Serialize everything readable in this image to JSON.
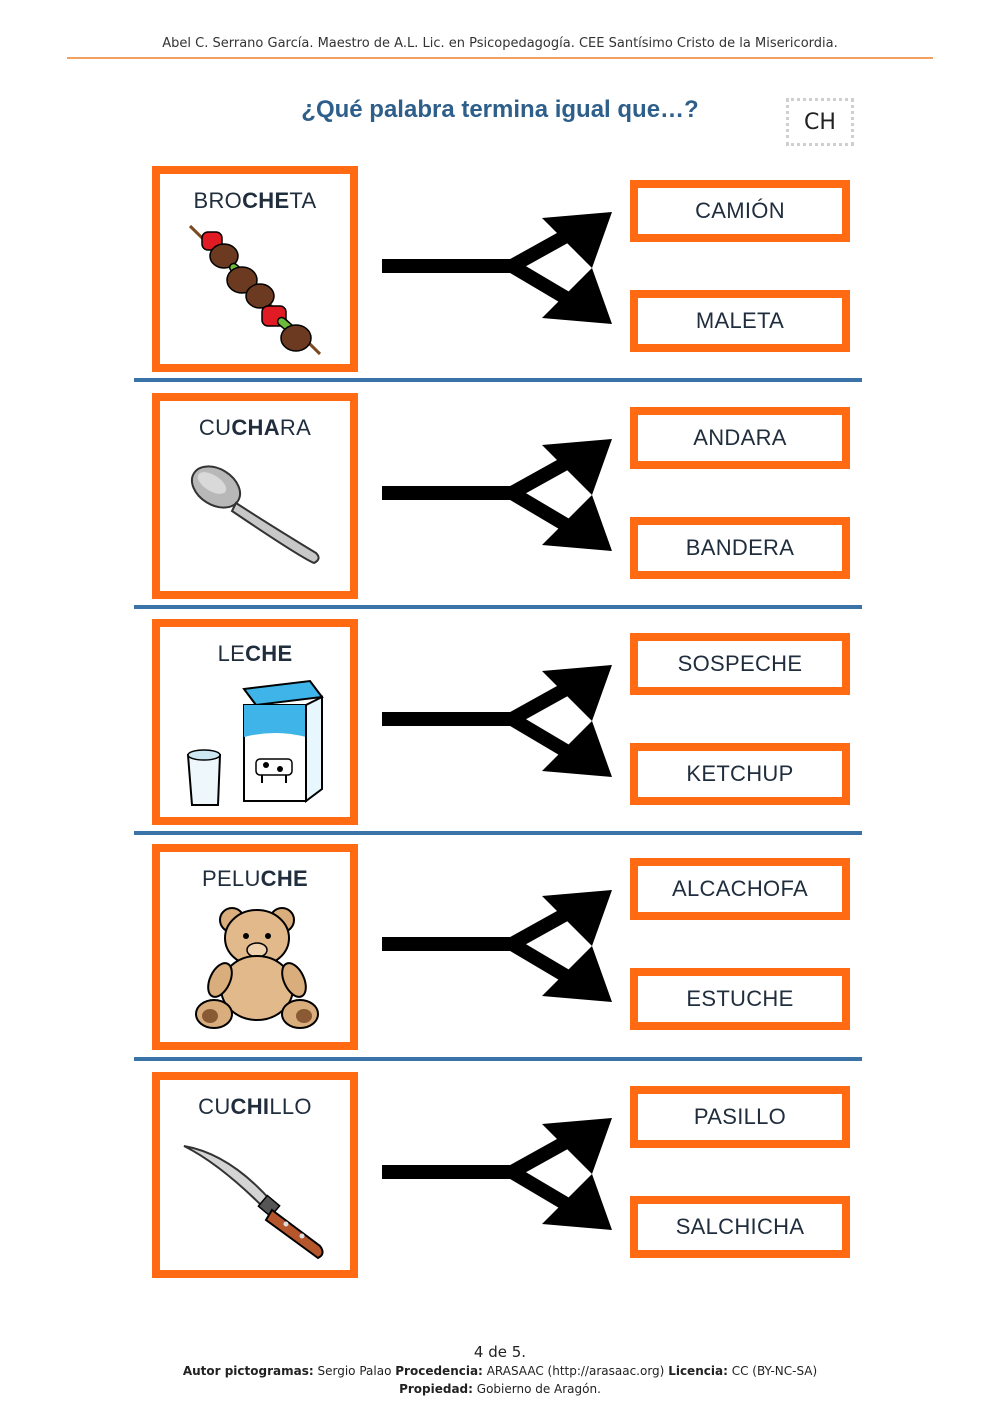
{
  "header": {
    "credit": "Abel C. Serrano García. Maestro de A.L. Lic. en Psicopedagogía. CEE Santísimo Cristo de la Misericordia."
  },
  "title": "¿Qué palabra termina igual que…?",
  "tag": "CH",
  "accent_color": "#ff6a13",
  "divider_color": "#3a73a8",
  "rows": [
    {
      "word_pre": "BRO",
      "word_bold": "CHE",
      "word_post": "TA",
      "icon": "skewer-icon",
      "options": [
        "CAMIÓN",
        "MALETA"
      ]
    },
    {
      "word_pre": "CU",
      "word_bold": "CHA",
      "word_post": "RA",
      "icon": "spoon-icon",
      "options": [
        "ANDARA",
        "BANDERA"
      ]
    },
    {
      "word_pre": "LE",
      "word_bold": "CHE",
      "word_post": "",
      "icon": "milk-icon",
      "options": [
        "SOSPECHE",
        "KETCHUP"
      ]
    },
    {
      "word_pre": "PELU",
      "word_bold": "CHE",
      "word_post": "",
      "icon": "teddy-bear-icon",
      "options": [
        "ALCACHOFA",
        "ESTUCHE"
      ]
    },
    {
      "word_pre": "CU",
      "word_bold": "CHI",
      "word_post": "LLO",
      "icon": "knife-icon",
      "options": [
        "PASILLO",
        "SALCHICHA"
      ]
    }
  ],
  "footer": {
    "page": "4 de 5.",
    "author_label": "Autor pictogramas:",
    "author": "Sergio Palao",
    "source_label": "Procedencia:",
    "source": "ARASAAC (http://arasaac.org)",
    "license_label": "Licencia:",
    "license": "CC (BY-NC-SA)",
    "owner_label": "Propiedad:",
    "owner": "Gobierno de Aragón."
  }
}
